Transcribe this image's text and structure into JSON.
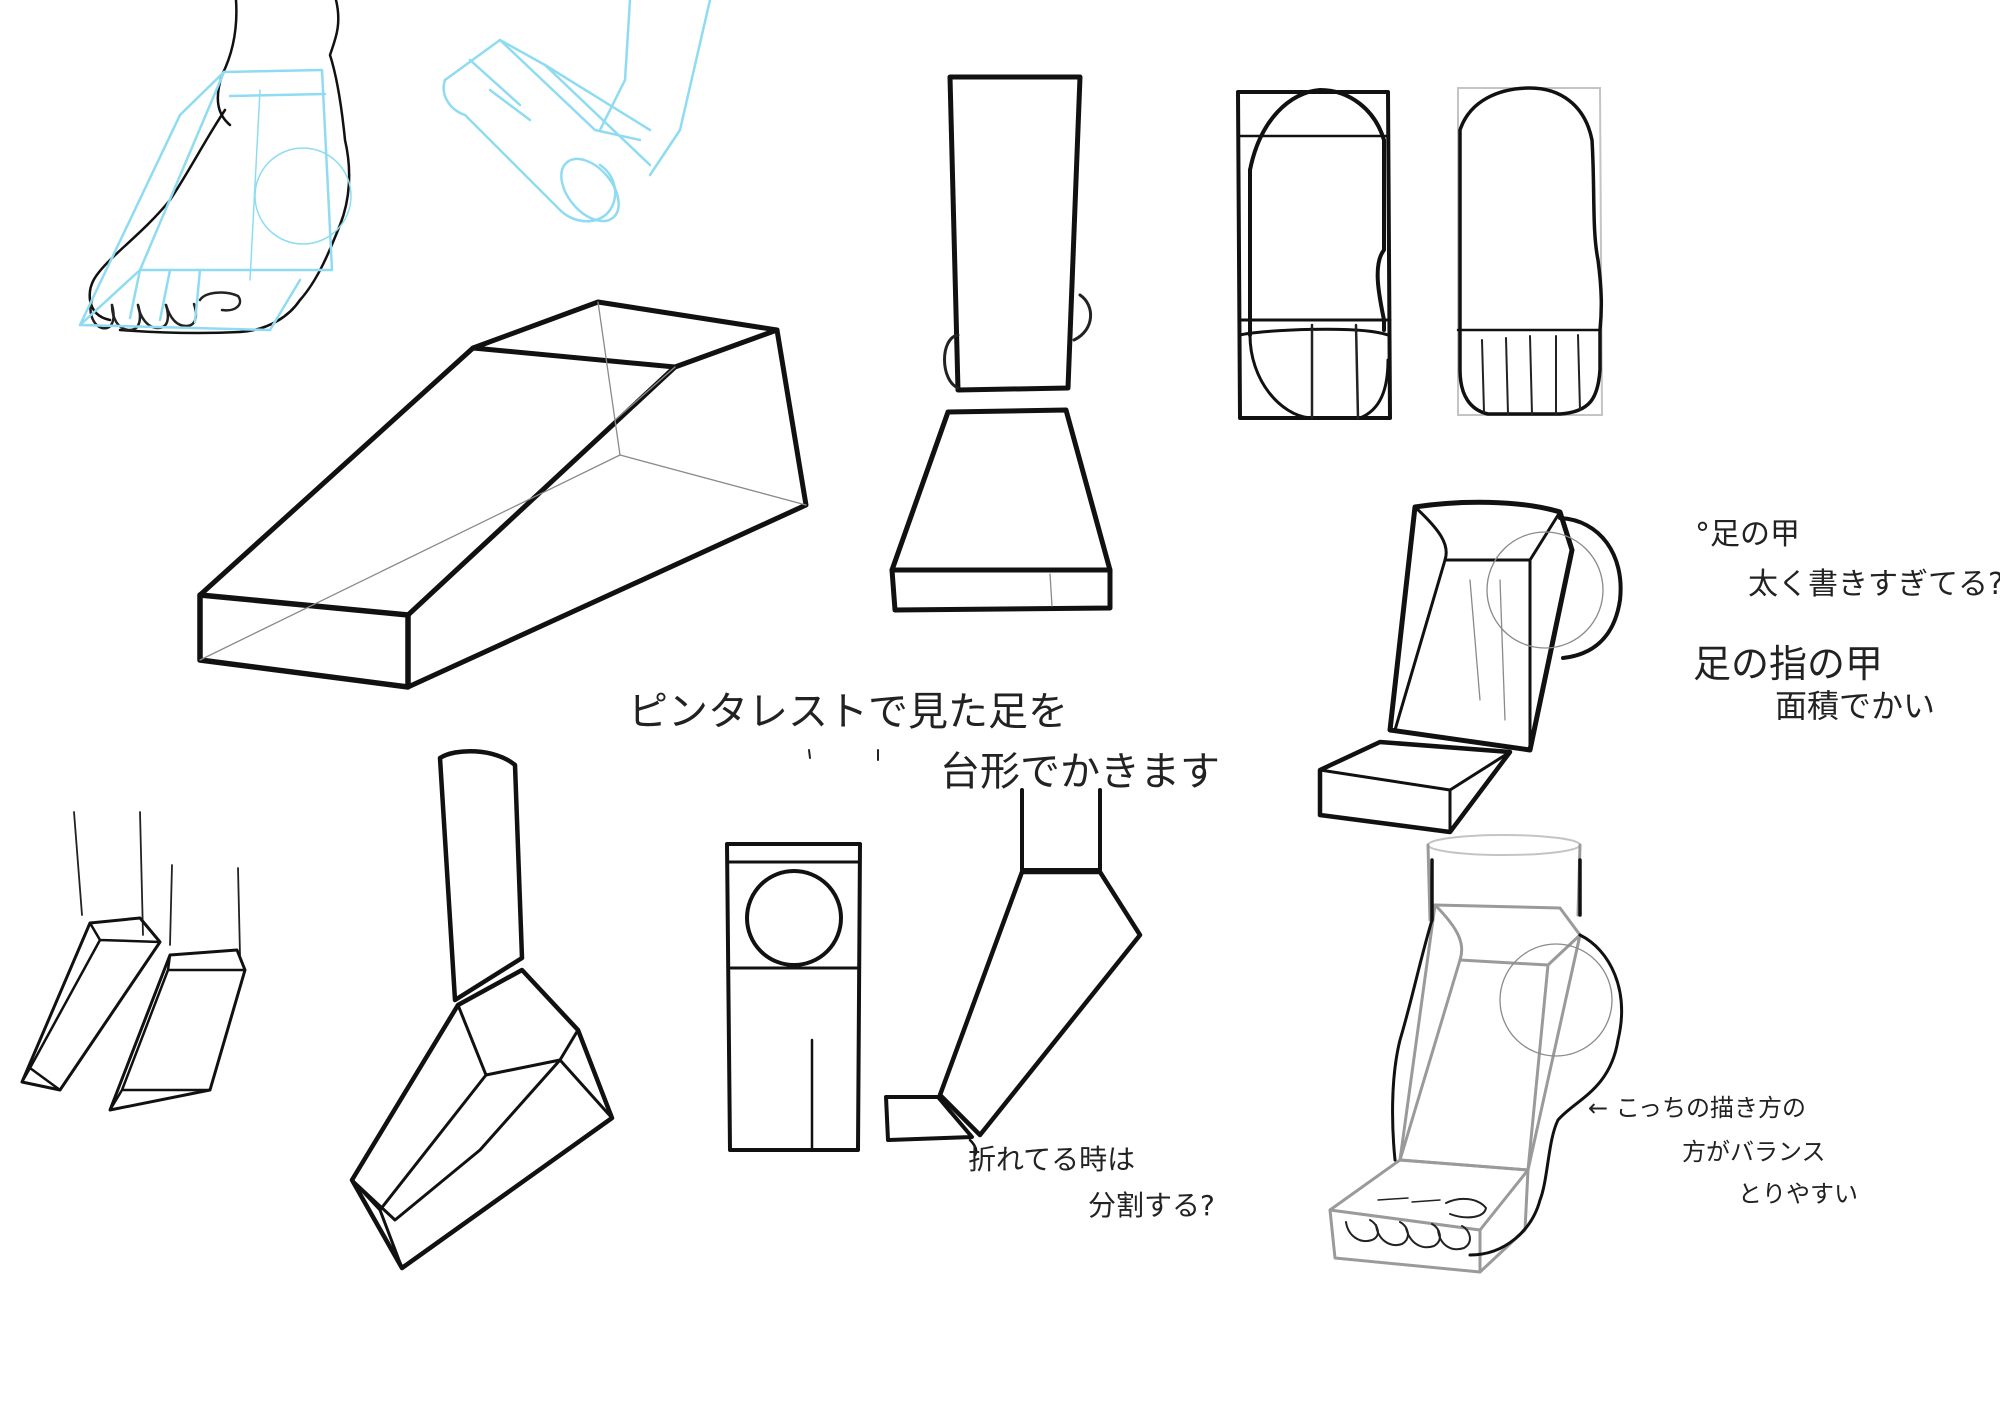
{
  "notes": {
    "pinterest_line1": "ピンタレストで見た足を",
    "pinterest_line2": "台形でかきます",
    "bend_line1": "折れてる時は",
    "bend_line2": "分割する?",
    "instep_line1": "°足の甲",
    "instep_line2": "太く書きすぎてる?",
    "instep_line3": "足の指の甲",
    "instep_line4": "面積でかい",
    "balance_line1": "← こっちの描き方の",
    "balance_line2": "方がバランス",
    "balance_line3": "とりやすい"
  },
  "colors": {
    "ink": "#111111",
    "guide_blue": "#8fdcf2",
    "guide_gray": "#9a9a9a"
  }
}
